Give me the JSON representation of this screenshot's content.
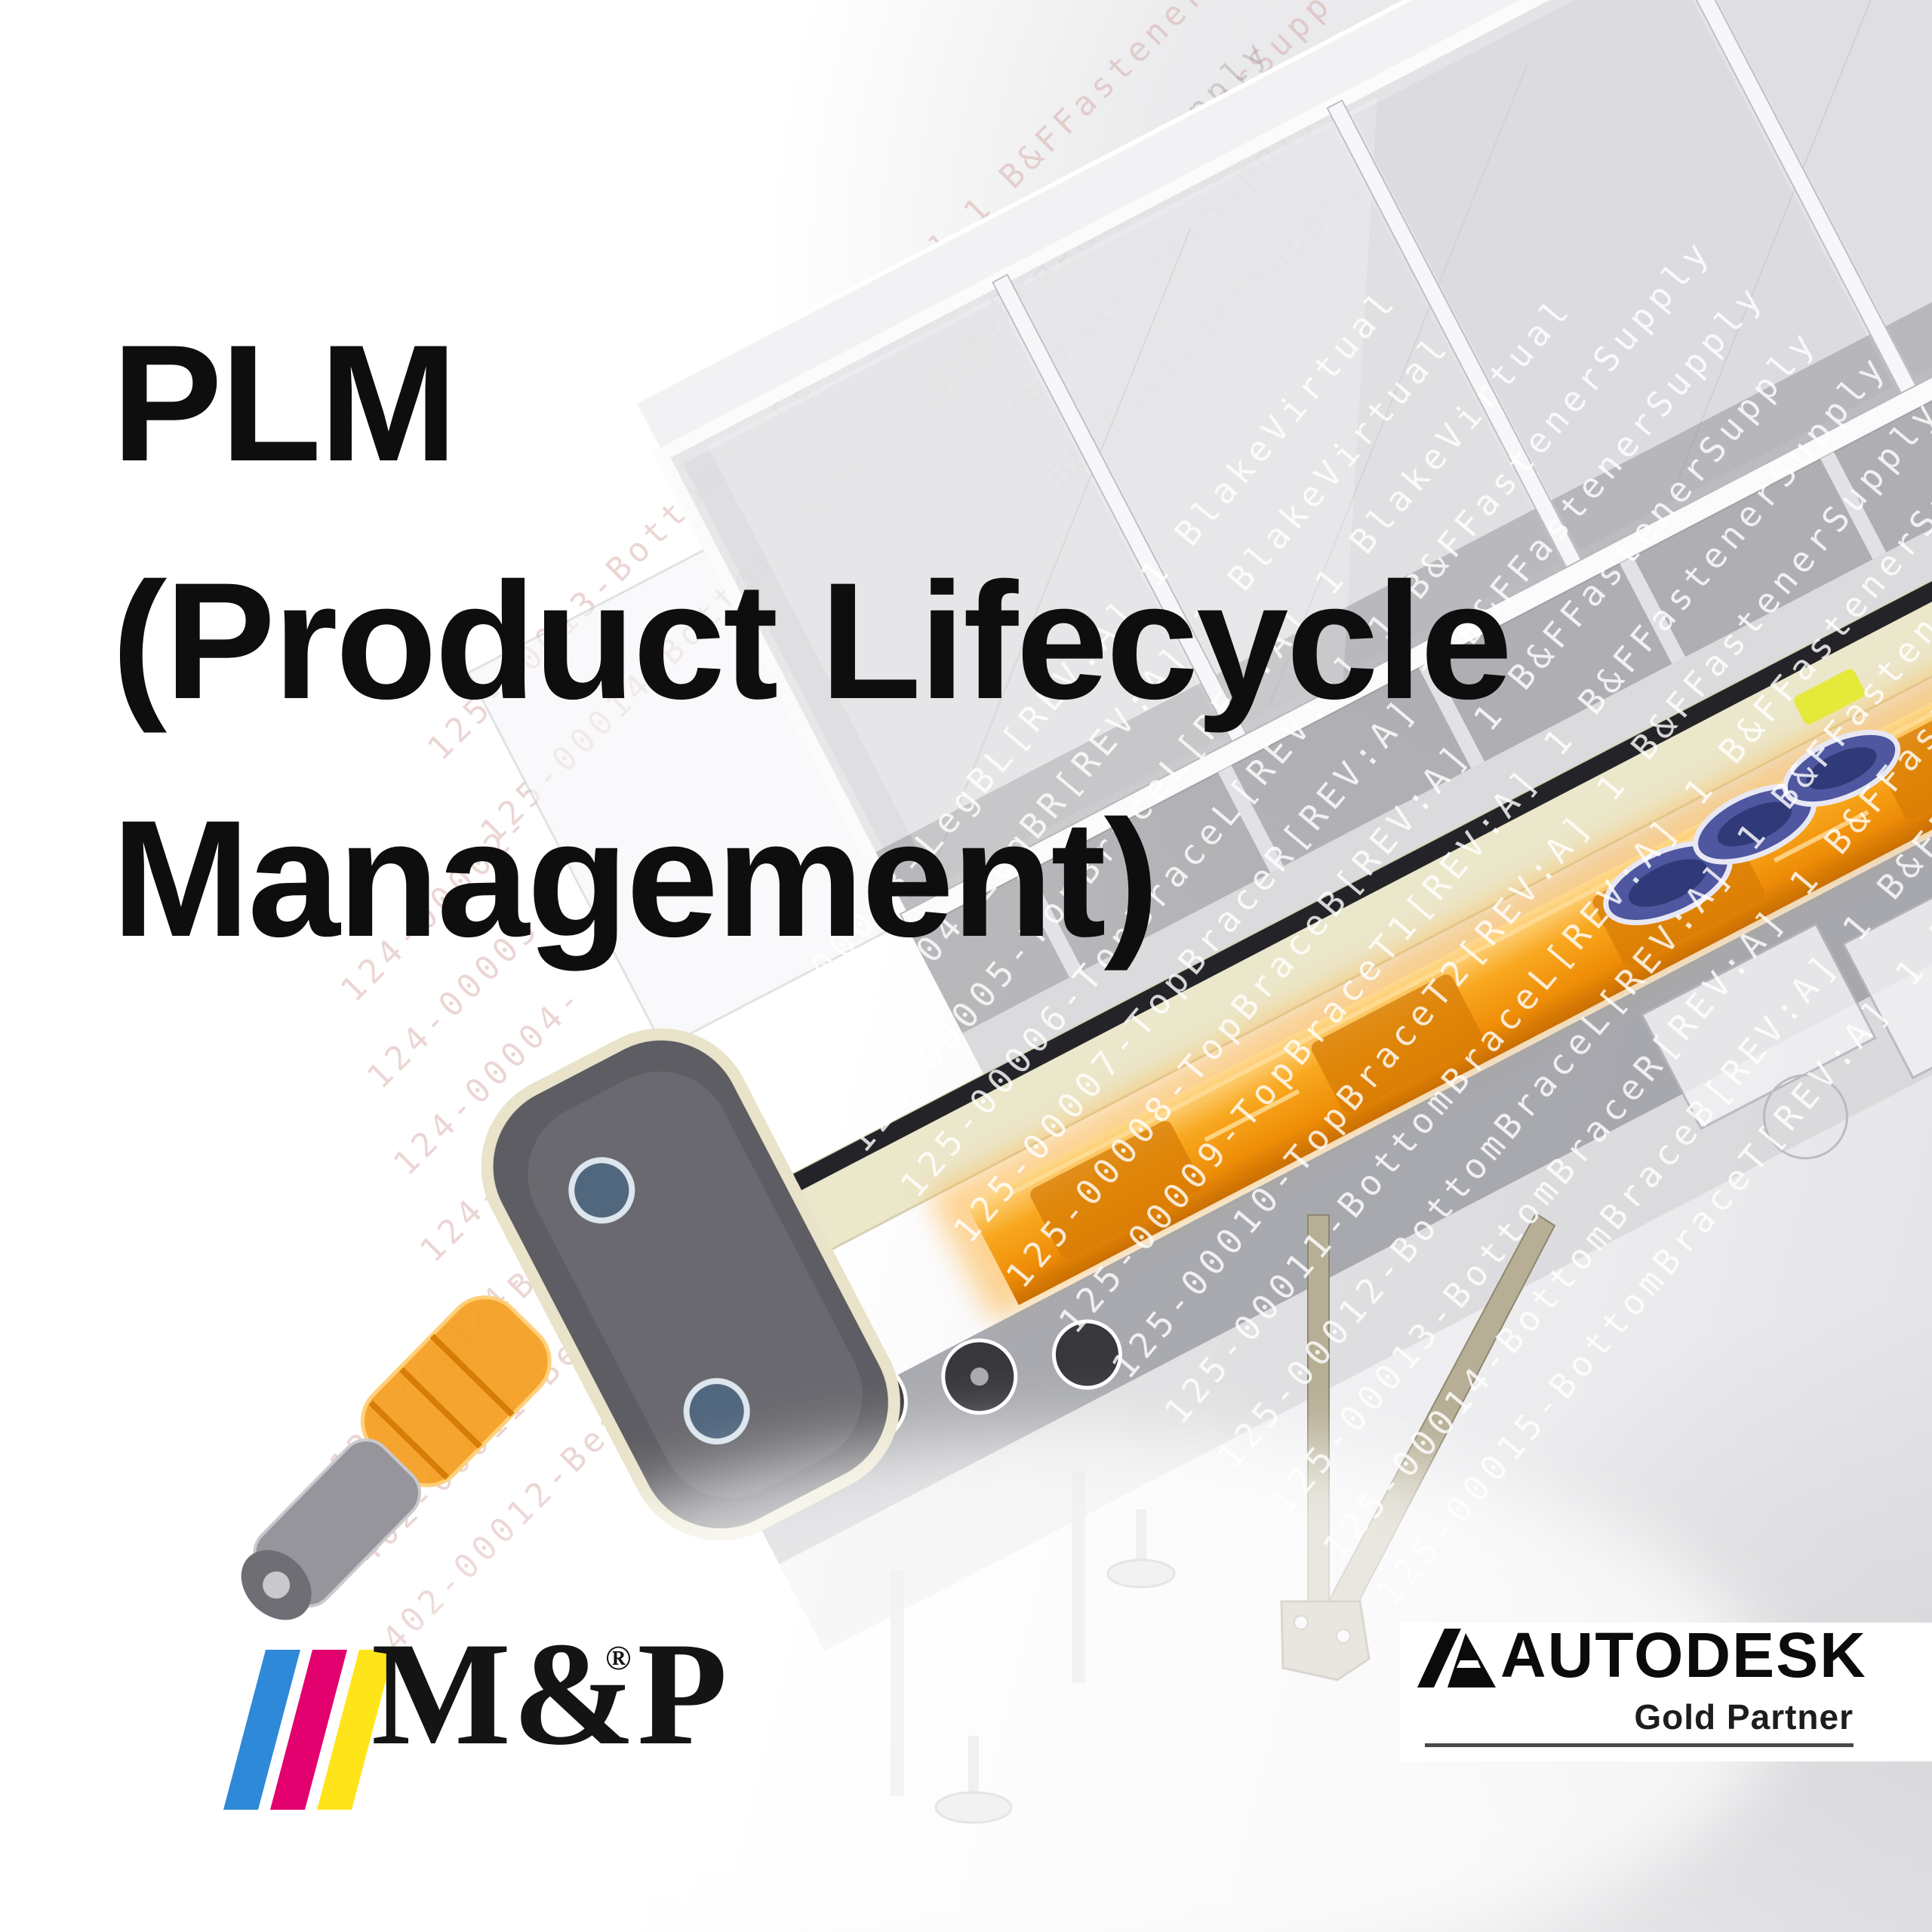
{
  "title": {
    "line1": "PLM",
    "line2": "(Product Lifecycle",
    "line3": "Management)"
  },
  "footer": {
    "mp": {
      "wordmark": "M&P",
      "registered_mark": "®",
      "stripe_colors": [
        "#2E89D8",
        "#E3006F",
        "#FFE41A"
      ]
    },
    "autodesk": {
      "wordmark": "AUTODESK",
      "partner_tier": "Gold Partner"
    }
  },
  "watermarks": {
    "supplier": "B&FFastenerSupply",
    "left_bom": [
      "125-00013-BottomBraceR[REV:A]  1  B&FFastenerSupply",
      "125-00014-BottomBraceB[REV:A]  1  B&FFastenerSupply",
      "124-00002-",
      "124-00003-",
      "124-00004-",
      "124-00005-",
      "124-00008-",
      "124-00011-Bea",
      "402-00011-Bear",
      "402-00012-Bear"
    ],
    "machine_bom": [
      "125-00003-LegBL[REV:A]  1  BlakeVirtual",
      "125-00004-LegBR[REV:A]  1  BlakeVirtual",
      "125-00005-TopBraceL[REV:A]  1  BlakeVirtual",
      "125-00006-TopBraceL[REV:A]  1  B&FFastenerSupply",
      "125-00007-TopBraceR[REV:A]  1  B&FFastenerSupply",
      "125-00008-TopBraceB[REV:A]  1  B&FFastenerSupply",
      "125-00009-TopBraceT1[REV:A]  1  B&FFastenerSupply",
      "125-00010-TopBraceT2[REV:A]  1  B&FFastenerSupply",
      "125-00011-BottomBraceL[REV:A]  1  B&FFastenerSupply",
      "125-00012-BottomBraceL[REV:A]  1  B&FFastenerSupply",
      "125-00013-BottomBraceR[REV:A]  1  B&FFastenerSupply",
      "125-00014-BottomBraceB[REV:A]  1  B&FFastenerSupply",
      "125-00015-BottomBraceT[REV:A]  1  B&FFastenerSupply"
    ]
  },
  "palette": {
    "title_text": "#0E0E0F",
    "machine_orange": "#F5A01E",
    "belt_cream": "#EBE7CB",
    "frame_gray": "#E2E2E6",
    "background_gray": "#E9E9EB",
    "bom_pink": "#D9B8B4",
    "bom_white": "#FFFFFF",
    "leg_khaki": "#B6AE95"
  }
}
